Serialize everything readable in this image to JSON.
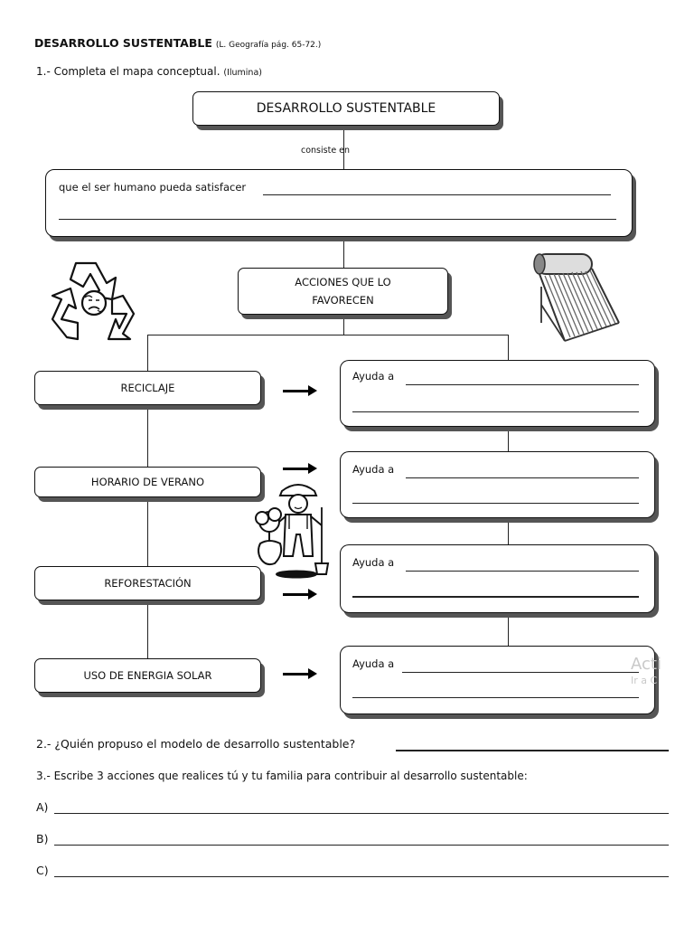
{
  "header": {
    "title": "DESARROLLO SUSTENTABLE",
    "reference": "(L. Geografía pág. 65-72.)"
  },
  "question1": {
    "text": "1.- Completa el mapa conceptual.",
    "note": "(Ilumina)"
  },
  "concept_map": {
    "top_box": "DESARROLLO SUSTENTABLE",
    "connector": "consiste en",
    "definition_prompt": "que el ser humano pueda satisfacer",
    "actions_box": "ACCIONES QUE LO FAVORECEN",
    "actions": [
      {
        "label": "RECICLAJE",
        "help": "Ayuda a"
      },
      {
        "label": "HORARIO DE VERANO",
        "help": "Ayuda a"
      },
      {
        "label": "REFORESTACIÓN",
        "help": "Ayuda a"
      },
      {
        "label": "USO DE ENERGIA SOLAR",
        "help": "Ayuda a"
      }
    ]
  },
  "illustrations": [
    "recycle-symbol",
    "solar-water-heater",
    "gardener-with-tree"
  ],
  "question2": {
    "text": "2.- ¿Quién propuso el modelo de desarrollo sustentable?"
  },
  "question3": {
    "text": "3.- Escribe 3  acciones que realices tú y tu familia para contribuir al desarrollo sustentable:",
    "options": [
      "A)",
      "B)",
      "C)"
    ]
  },
  "watermark": {
    "line1": "Acti",
    "line2": "Ir a C"
  }
}
